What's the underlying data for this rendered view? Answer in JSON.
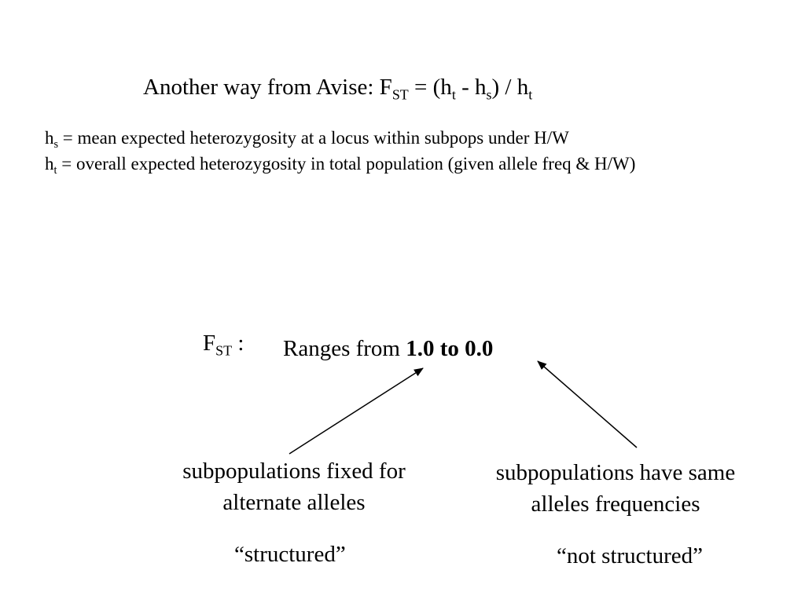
{
  "title": {
    "prefix": "Another way from Avise:  F",
    "fst_sub": "ST",
    "eq_open": "  = (h",
    "t_sub1": "t",
    "minus": " - h",
    "s_sub": "s",
    "div": ") / h",
    "t_sub2": "t"
  },
  "definitions": [
    {
      "symbol": "h",
      "sub": "s",
      "text": " = mean expected heterozygosity at a locus within subpops under H/W"
    },
    {
      "symbol": "h",
      "sub": "t",
      "text": "  = overall expected heterozygosity in total population (given allele freq & H/W)"
    }
  ],
  "fst_label": {
    "symbol": "F",
    "sub": "ST",
    "colon": " :"
  },
  "range": {
    "prefix": "Ranges from ",
    "bold": "1.0 to 0.0"
  },
  "left_caption": {
    "line1": "subpopulations fixed for",
    "line2": "alternate alleles",
    "quote": "“structured”"
  },
  "right_caption": {
    "line1": "subpopulations have same",
    "line2": "alleles frequencies",
    "quote": "“not structured”"
  }
}
